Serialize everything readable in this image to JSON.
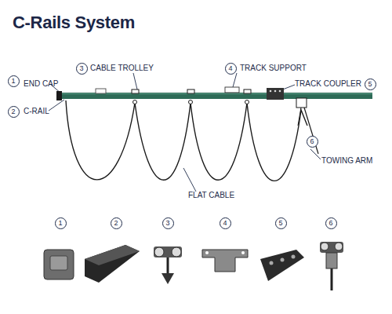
{
  "diagram": {
    "title": "C-Rails System",
    "nodes": [
      {
        "text": [
          "1"
        ]
      },
      {
        "text": [
          "3"
        ]
      },
      {
        "text": [
          "4"
        ]
      },
      {
        "text": [
          "5"
        ]
      },
      {
        "text": [
          "2"
        ]
      },
      {
        "text": [
          "6"
        ]
      },
      {
        "text": [
          "1"
        ]
      },
      {
        "text": [
          "2"
        ]
      },
      {
        "text": [
          "3"
        ]
      },
      {
        "text": [
          "4"
        ]
      },
      {
        "text": [
          "5"
        ]
      },
      {
        "text": [
          "6"
        ]
      }
    ],
    "labels": [
      "END CAP",
      "CABLE TROLLEY",
      "TRACK SUPPORT",
      "TRACK COUPLER",
      "C-RAIL",
      "TOWING ARM",
      "FLAT CABLE"
    ]
  }
}
